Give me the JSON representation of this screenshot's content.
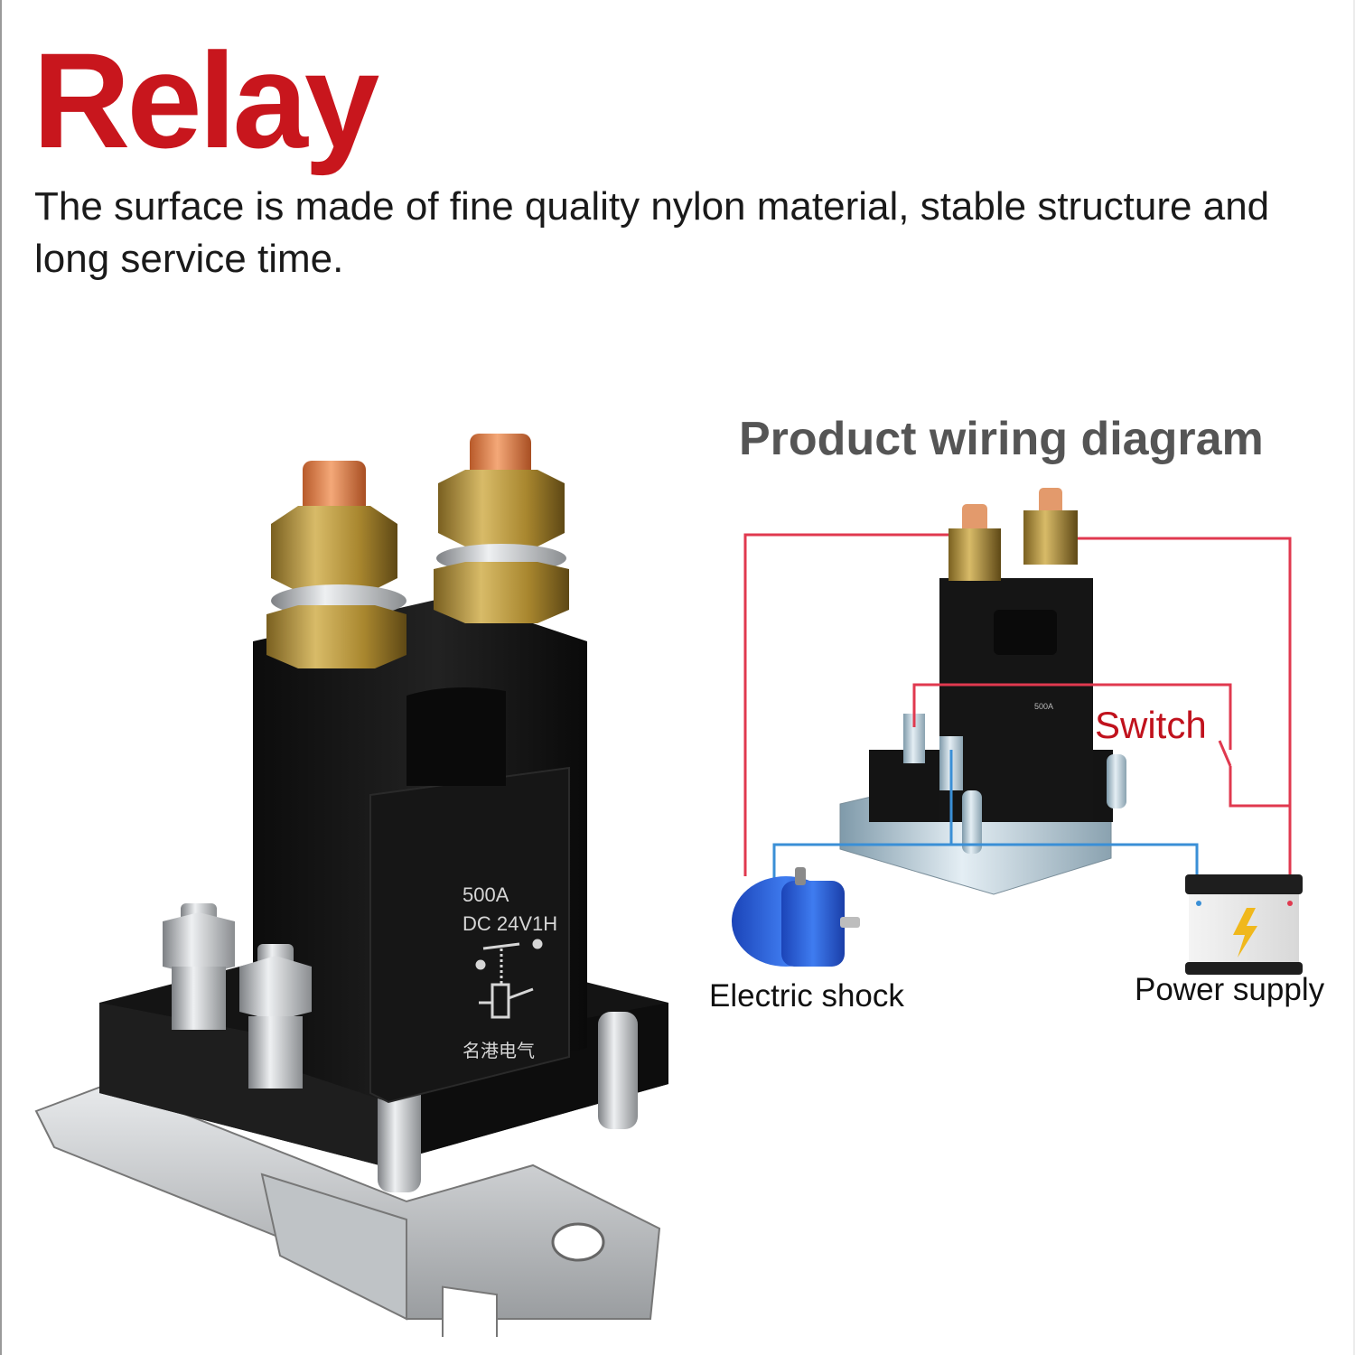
{
  "header": {
    "title": "Relay",
    "description": "The surface is made of fine quality nylon material, stable structure and long service time."
  },
  "product": {
    "rating_current": "500A",
    "rating_voltage": "DC 24V1H",
    "brand_mark": "名港电气"
  },
  "wiring_diagram": {
    "title": "Product wiring diagram",
    "switch_label": "Switch",
    "load_label": "Electric shock",
    "source_label": "Power supply",
    "wire_colors": {
      "positive": "#e0394f",
      "negative": "#3a8fd6"
    }
  },
  "colors": {
    "title_red": "#c8161d",
    "relay_body": "#151515",
    "brass": "#b8963a",
    "copper": "#d9804a",
    "steel": "#c4c8cc",
    "motor_blue": "#2a62d8"
  }
}
